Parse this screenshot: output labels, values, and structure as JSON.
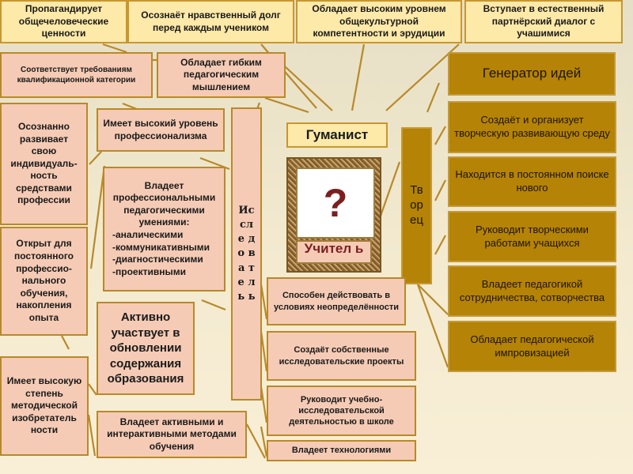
{
  "center": {
    "humanist_label": "Гуманист",
    "portrait_symbol": "?",
    "teacher_label": "Учител ь",
    "researcher_label": "Ис сле до ва те ль ь",
    "creator_label": "Тв ор ец"
  },
  "top_row": [
    "Пропагандирует общечеловеческие ценности",
    "Осознаёт нравственный долг перед каждым учеником",
    "Обладает высоким уровнем общекультурной компетентности и эрудиции",
    "Вступает в естественный партнёрский диалог с учашимися"
  ],
  "left_column": [
    "Соответствует требованиям квалификационной категории",
    "Осознанно развивает свою индивидуаль-ность средствами профессии",
    "Открыт для постоянного профессио-нального обучения, накопления опыта",
    "Имеет высокую степень методической изобретатель ности"
  ],
  "middle_left_column": {
    "flexible_thinking": "Обладает гибким педагогическим мышлением",
    "professionalism": "Имеет высокий уровень профессионализма",
    "skills": {
      "title": "Владеет профессиональными педагогическими умениями:",
      "items": [
        "-аналическими",
        "-коммуникативными",
        "-диагностическими",
        "-проективными"
      ]
    },
    "content_update": "Активно участвует в обновлении содержания образования",
    "interactive_methods": "Владеет  активными и интерактивными методами обучения"
  },
  "researcher_items": [
    "Способен действовать в условиях неопределённости",
    "Создаёт собственные исследовательские проекты",
    "Руководит учебно-исследовательской деятельностью в школе",
    "Владеет технологиями"
  ],
  "creator_items": [
    "Генератор  идей",
    "Создаёт и организует творческую развивающую среду",
    "Находится в постоянном поиске нового",
    "Руководит творческими работами учащихся",
    "Владеет педагогикой сотрудничества, сотворчества",
    "Обладает педагогической импровизацией"
  ],
  "colors": {
    "yellow_box": "#fde9a8",
    "pink_box": "#f5cbb5",
    "gold_box": "#b58305",
    "connector": "#b8892a",
    "question_mark": "#7a1f1f"
  }
}
